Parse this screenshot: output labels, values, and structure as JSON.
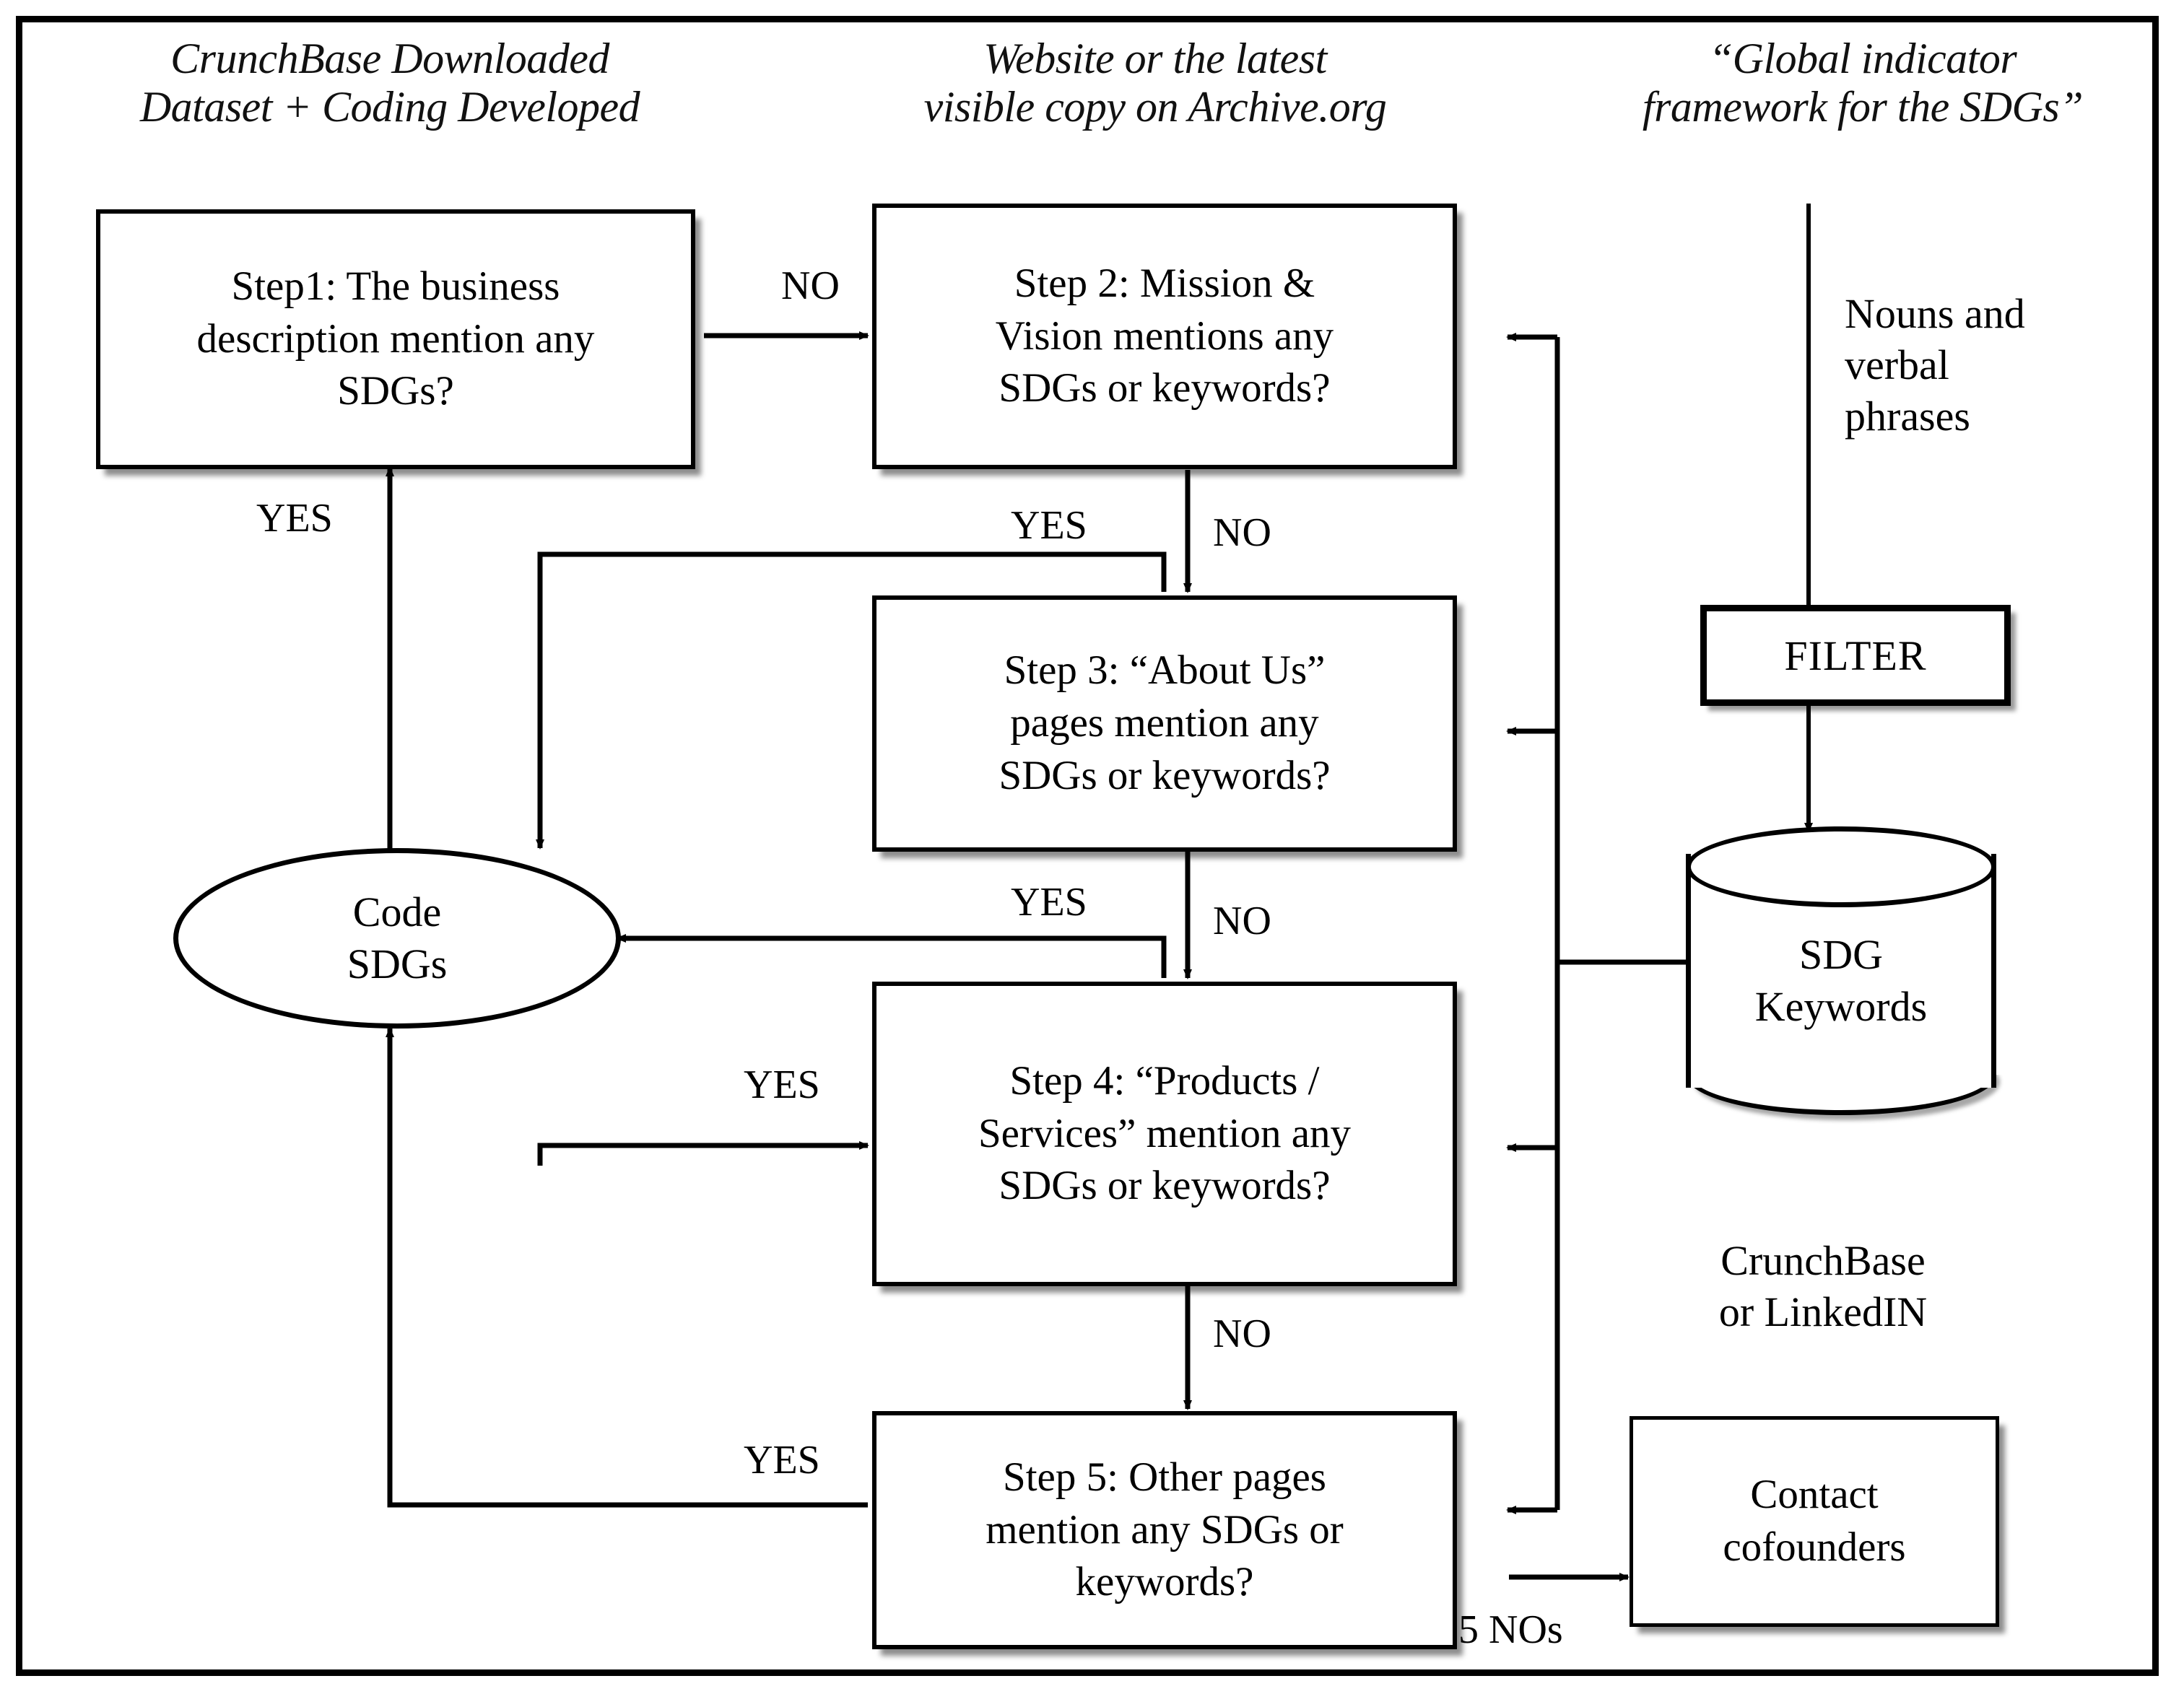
{
  "diagram": {
    "title": "SDG coding decision flowchart",
    "frame_color": "#000000",
    "captions": [
      {
        "id": "cap-crunchbase",
        "text": "CrunchBase Downloaded\nDataset + Coding Developed"
      },
      {
        "id": "cap-website",
        "text": "Website or the latest\nvisible copy on Archive.org"
      },
      {
        "id": "cap-framework",
        "text": "“Global indicator\nframework for the SDGs”"
      }
    ],
    "nodes": {
      "step1": {
        "label": "Step1: The business\ndescription mention any\nSDGs?"
      },
      "step2": {
        "label": "Step 2: Mission &\nVision mentions any\nSDGs or keywords?"
      },
      "step3": {
        "label": "Step 3: “About Us”\npages mention any\nSDGs or keywords?"
      },
      "step4": {
        "label": "Step 4: “Products /\nServices” mention any\nSDGs or keywords?"
      },
      "step5": {
        "label": "Step 5: Other pages\nmention any SDGs or\nkeywords?"
      },
      "code": {
        "label": "Code\nSDGs"
      },
      "filter": {
        "label": "FILTER"
      },
      "keywords": {
        "label": "SDG\nKeywords"
      },
      "contact": {
        "label": "Contact\ncofounders"
      }
    },
    "annotations": [
      {
        "id": "ann-nouns",
        "text": "Nouns and\nverbal\nphrases"
      },
      {
        "id": "ann-crunchlnk",
        "text": "CrunchBase\nor LinkedIN"
      }
    ],
    "edge_labels": {
      "step1_no": "NO",
      "step1_yes": "YES",
      "step2_yes": "YES",
      "step2_no": "NO",
      "step3_yes": "YES",
      "step3_no": "NO",
      "step4_yes": "YES",
      "step4_no": "NO",
      "step5_yes": "YES",
      "five_nos": "5 NOs"
    }
  }
}
